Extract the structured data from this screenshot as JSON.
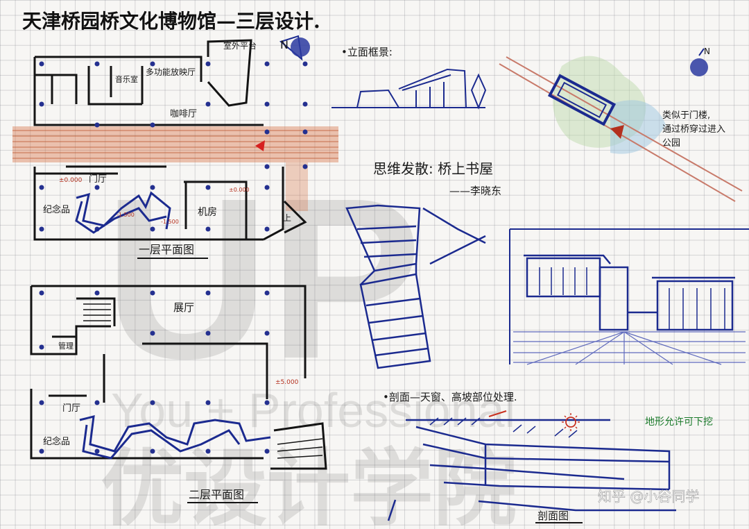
{
  "title": "天津桥园桥文化博物馆—三层设计.",
  "labels": {
    "outdoor_platform": "室外平台",
    "music_room": "音乐室",
    "multifunction_hall": "多功能放映厅",
    "coffee_hall": "咖啡厅",
    "gate_hall_1": "门厅",
    "souvenir_1": "纪念品",
    "machine_room": "机房",
    "up": "上",
    "floor1_caption": "一层平面图",
    "exhibition_hall": "展厅",
    "management": "管理",
    "gate_hall_2": "门厅",
    "souvenir_2": "纪念品",
    "floor2_caption": "二层平面图",
    "elevation_heading": "•立面框景:",
    "concept": "思维发散: 桥上书屋",
    "concept_author": "——李晓东",
    "site_note_line1": "类似于门楼,",
    "site_note_line2": "通过桥穿过进入",
    "site_note_line3": "公园",
    "section_heading": "•剖面—天窗、高坡部位处理.",
    "terrain_note": "地形允许可下挖",
    "section_caption": "剖面图",
    "elev_mark_1": "±0.000",
    "elev_mark_2": "-1.500",
    "elev_mark_3": "±0.000",
    "elev_mark_4": "-1.500",
    "elev_mark_5": "±5.000"
  },
  "watermark": {
    "big": "UP",
    "mid": "You + Professional",
    "bottom": "优设计学院",
    "credit": "知乎 @小谷同学"
  },
  "colors": {
    "ink": "#141414",
    "blue_pen": "#1b2a8f",
    "red_pen": "#b3301e",
    "orange_band": "#c8562a",
    "grid": "#8a8a96"
  }
}
